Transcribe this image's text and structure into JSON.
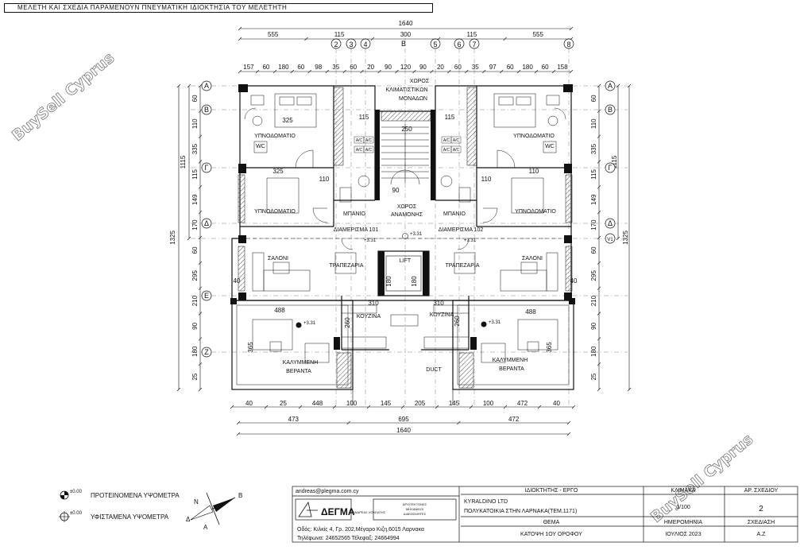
{
  "header": {
    "notice": "ΜΕΛΕΤΗ ΚΑΙ ΣΧΕΔΙΑ ΠΑΡΑΜΕΝΟΥΝ ΠΝΕΥΜΑΤΙΚΗ ΙΔΙΟΚΤΗΣΙΑ ΤΟΥ ΜΕΛΕΤΗΤΗ"
  },
  "watermark": {
    "text": "BuySell Cyprus"
  },
  "dimensions": {
    "top_total": "1640",
    "top_row1": [
      "555",
      "115",
      "300",
      "115",
      "555"
    ],
    "top_row2": [
      "157",
      "60",
      "180",
      "60",
      "98",
      "35",
      "60",
      "20",
      "90",
      "120",
      "90",
      "20",
      "60",
      "35",
      "97",
      "60",
      "180",
      "60",
      "158"
    ],
    "left_total": "1325",
    "left_mid": [
      "1115"
    ],
    "left_rows": [
      "60",
      "110",
      "335",
      "115",
      "149",
      "170",
      "60",
      "295",
      "210",
      "90",
      "180",
      "25"
    ],
    "right_total": "1325",
    "right_mid": [
      "1115"
    ],
    "right_rows": [
      "60",
      "110",
      "335",
      "115",
      "149",
      "170",
      "60",
      "295",
      "210",
      "90",
      "180",
      "25"
    ],
    "bottom_row1": [
      "40",
      "25",
      "448",
      "100",
      "145",
      "205",
      "145",
      "100",
      "472",
      "40"
    ],
    "bottom_row2": [
      "473",
      "695",
      "472"
    ],
    "bottom_total": "1640",
    "inner": [
      "325",
      "110",
      "325",
      "110",
      "110",
      "115",
      "115",
      "250",
      "488",
      "488",
      "310",
      "310",
      "260",
      "260",
      "365",
      "365",
      "40",
      "40",
      "180",
      "180",
      "90"
    ]
  },
  "axes": {
    "columns": [
      "2",
      "3",
      "4",
      "5",
      "6",
      "7",
      "8"
    ],
    "column_letter": "B",
    "rows": [
      "A",
      "B",
      "Γ",
      "Δ",
      "E",
      "Z"
    ],
    "right_rows": [
      "A",
      "B",
      "Γ",
      "Δ",
      "V1"
    ]
  },
  "rooms": {
    "chimney": [
      "ΧΩΡΟΣ",
      "ΚΛΙΜΑΤΙΣΤΙΚΩΝ",
      "ΜΟΝΑΔΩΝ"
    ],
    "bedroom_left_1": "ΥΠΝΟΔΩΜΑΤΙΟ",
    "bedroom_left_2": "ΥΠΝΟΔΩΜΑΤΙΟ",
    "bedroom_right_1": "ΥΠΝΟΔΩΜΑΤΙΟ",
    "bedroom_right_2": "ΥΠΝΟΔΩΜΑΤΙΟ",
    "wc_left": "WC",
    "wc_right": "WC",
    "bath_left": "ΜΠΑΝΙΟ",
    "bath_right": "ΜΠΑΝΙΟ",
    "stair_hall": [
      "ΧΩΡΟΣ",
      "ΑΝΑΜΟΝΗΣ"
    ],
    "apt_left": "ΔΙΑΜΕΡΙΣΜΑ 101",
    "apt_right": "ΔΙΑΜΕΡΙΣΜΑ 102",
    "living_left": "ΣΑΛΟΝΙ",
    "living_right": "ΣΑΛΟΝΙ",
    "dining_left": "ΤΡΑΠΕΖΑΡΙΑ",
    "dining_right": "ΤΡΑΠΕΖΑΡΙΑ",
    "lift": "LIFT",
    "kitchen_left": "ΚΟΥΖΙΝΑ",
    "kitchen_right": "ΚΟΥΖΙΝΑ",
    "veranda_left": [
      "ΚΑΛΥΜΜΕΝΗ",
      "ΒΕΡΑΝΤΑ"
    ],
    "veranda_right": [
      "ΚΑΛΥΜΜΕΝΗ",
      "ΒΕΡΑΝΤΑ"
    ],
    "duct": "DUCT",
    "ac_labels": [
      "A/C",
      "A/C",
      "A/C",
      "A/C",
      "A/C",
      "A/C",
      "A/C",
      "A/C"
    ]
  },
  "levels": {
    "l1": "+3.31",
    "l2": "+3.31",
    "l3": "+3.31",
    "l4": "+3.31",
    "l5": "+3.31"
  },
  "legend": {
    "proposed_value": "±0.00",
    "proposed_label": "ΠΡΟΤΕΙΝΟΜΕΝΑ ΥΨΟΜΕΤΡΑ",
    "existing_value": "±0.00",
    "existing_label": "ΥΦΙΣΤΑΜΕΝΑ ΥΨΟΜΕΤΡΑ"
  },
  "north": {
    "letters": [
      "B",
      "N",
      "Δ",
      "A"
    ]
  },
  "title_block": {
    "email": "andreas@plegma.com.cy",
    "firm": "ΔΕΓΜΑ",
    "architect": "ΑΝΔΡΕΑΣ ΧΟΛΕΑΤΗΣ",
    "specialty": [
      "ΑΡΧΙΤΕΚΤΟΝΕΣ",
      "ΜΗΧΑΝΙΚΟΙ",
      "ΔΙΑΚΟΣΜΗΤΕΣ"
    ],
    "address": "Οδός: Κιλκίς 4, Γρ. 202,Μέγαρο Κιζη,6015 Λαρνακα",
    "phone": "Τηλέφωνα: 24652565 Τέλεφαξ: 24664994",
    "owner_header": "ΙΔΙΟΚΤΗΤΗΣ - ΕΡΓΟ",
    "owner": "KYRALDINO LTD",
    "project": "ΠΟΛΥΚΑΤΟΙΚΙΑ ΣΤΗΝ ΛΑΡΝΑΚΑ(ΤΕΜ.1171)",
    "subject_header": "ΘΕΜΑ",
    "subject": "ΚΑΤΟΨΗ 1ΟΥ ΟΡΟΦΟΥ",
    "scale_header": "ΚΛΙΜΑΚΑ",
    "scale": "1/100",
    "sheet_header": "ΑΡ. ΣΧΕΔΙΟΥ",
    "sheet": "2",
    "date_header": "ΗΜΕΡΟΜΗΝΙΑ",
    "date": "ΙΟΥΛΙΟΣ 2023",
    "drawn_header": "ΣΧΕΔΙΑΣΗ",
    "drawn": "Α.Ζ"
  },
  "colors": {
    "line": "#111111",
    "wall": "#111111",
    "hatch": "#555555",
    "watermark_stroke": "#777777"
  }
}
